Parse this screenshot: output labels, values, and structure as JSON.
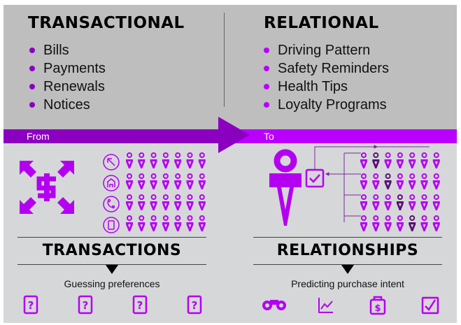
{
  "colors": {
    "dark_purple": "#8b00c0",
    "bright_purple": "#b900ff",
    "icon_purple": "#b400f0",
    "dark_figure": "#5a0f73",
    "top_bg": "#bebebe",
    "bottom_bg": "#d6d7d9"
  },
  "left": {
    "heading": "TRANSACTIONAL",
    "items": [
      "Bills",
      "Payments",
      "Renewals",
      "Notices"
    ],
    "band_label": "From",
    "section_title": "TRANSACTIONS",
    "caption": "Guessing preferences",
    "main_icon": "dollar-arrows-out-icon",
    "channel_icons": [
      "arrow-up-left-icon",
      "home-icon",
      "phone-icon",
      "tablet-icon"
    ],
    "bottom_icons": [
      "question-card-icon",
      "question-card-icon",
      "question-card-icon",
      "question-card-icon"
    ]
  },
  "right": {
    "heading": "RELATIONAL",
    "items": [
      "Driving Pattern",
      "Safety Reminders",
      "Health Tips",
      "Loyalty Programs"
    ],
    "band_label": "To",
    "section_title": "RELATIONSHIPS",
    "caption": "Predicting purchase intent",
    "main_icon": "person-icon",
    "highlighted_figure_columns": [
      2,
      3,
      4,
      5
    ],
    "bottom_icons": [
      "binoculars-icon",
      "line-chart-icon",
      "money-bag-icon",
      "checkbox-icon"
    ]
  }
}
